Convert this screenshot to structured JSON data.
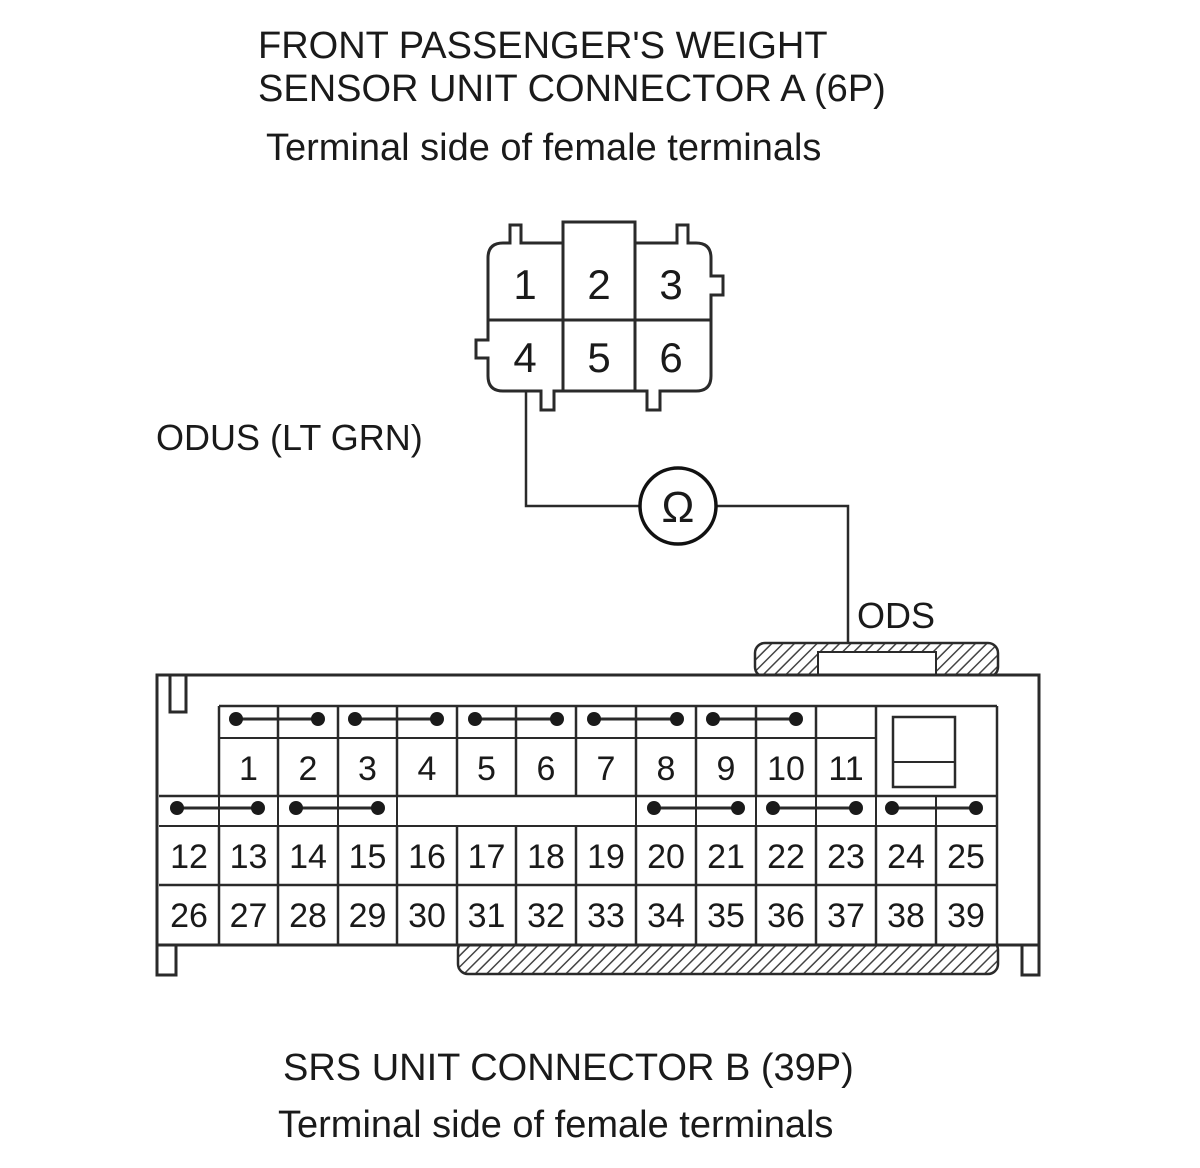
{
  "connector_a": {
    "title_line1": "FRONT PASSENGER'S WEIGHT",
    "title_line2": "SENSOR UNIT CONNECTOR A (6P)",
    "subtitle": "Terminal side of female terminals",
    "pins": [
      "1",
      "2",
      "3",
      "4",
      "5",
      "6"
    ]
  },
  "wires": {
    "odus_label": "ODUS (LT GRN)",
    "ods_label": "ODS",
    "meter_symbol": "Ω"
  },
  "connector_b": {
    "title": "SRS UNIT CONNECTOR B (39P)",
    "subtitle": "Terminal side of female terminals",
    "row1": [
      "1",
      "2",
      "3",
      "4",
      "5",
      "6",
      "7",
      "8",
      "9",
      "10",
      "11"
    ],
    "row2": [
      "12",
      "13",
      "14",
      "15",
      "16",
      "17",
      "18",
      "19",
      "20",
      "21",
      "22",
      "23",
      "24",
      "25"
    ],
    "row3": [
      "26",
      "27",
      "28",
      "29",
      "30",
      "31",
      "32",
      "33",
      "34",
      "35",
      "36",
      "37",
      "38",
      "39"
    ]
  }
}
